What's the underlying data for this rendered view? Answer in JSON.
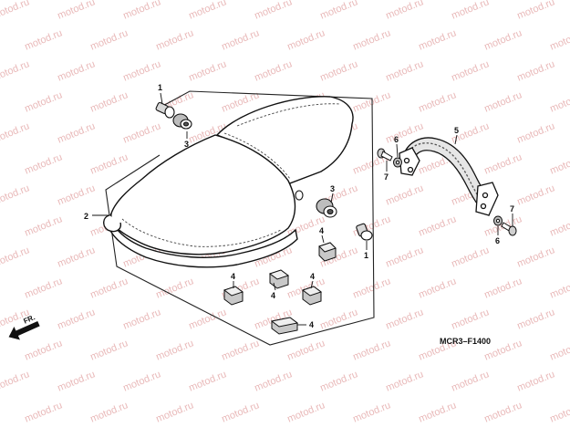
{
  "watermark": "motod.ru",
  "diagram_code": "MCR3–F1400",
  "front_arrow_label": "FR.",
  "parts": {
    "p1": "1",
    "p2": "2",
    "p3": "3",
    "p4": "4",
    "p5": "5",
    "p6": "6",
    "p7": "7"
  }
}
